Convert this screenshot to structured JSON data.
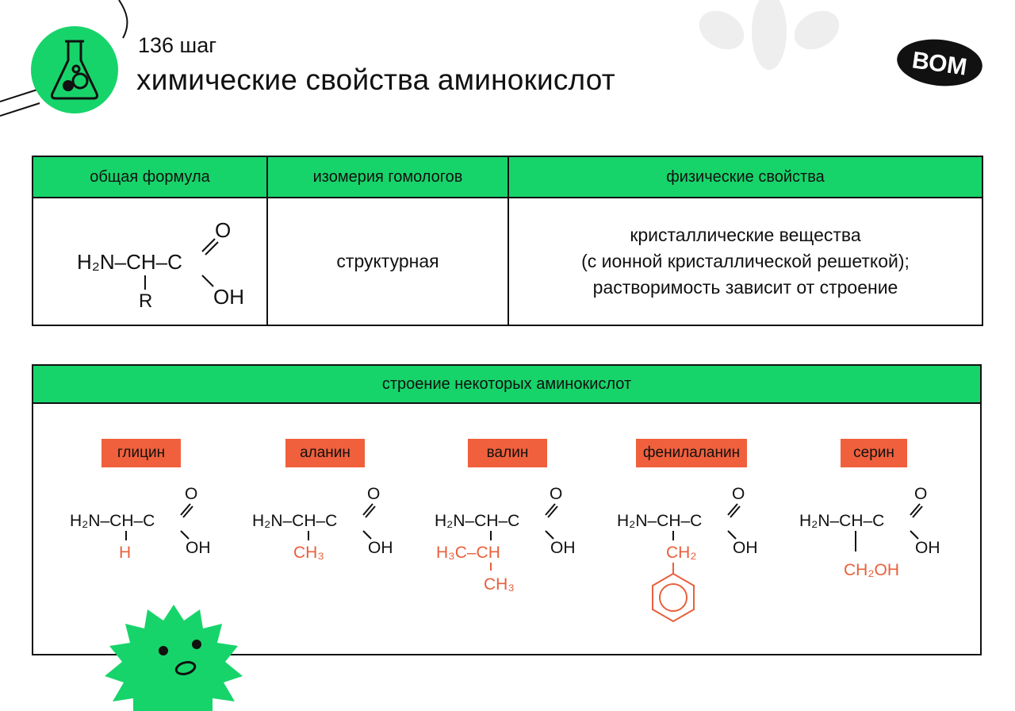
{
  "header": {
    "step": "136 шаг",
    "title": "химические свойства аминокислот",
    "brand": "ВОМ"
  },
  "properties_table": {
    "columns": [
      "общая формула",
      "изомерия гомологов",
      "физические свойства"
    ],
    "general_formula": {
      "left": "H₂N–CH–C",
      "side_chain": "R",
      "carbonyl": "O",
      "hydroxyl": "OH"
    },
    "isomerism": "структурная",
    "physical": [
      "кристаллические вещества",
      "(с ионной кристаллической решеткой);",
      "растворимость зависит от строение"
    ]
  },
  "structures": {
    "heading": "строение некоторых аминокислот",
    "backbone": {
      "left": "H₂N–CH–C",
      "carbonyl": "O",
      "hydroxyl": "OH"
    },
    "acids": [
      {
        "name": "глицин",
        "side_chain": [
          "H"
        ]
      },
      {
        "name": "аланин",
        "side_chain": [
          "CH₃"
        ]
      },
      {
        "name": "валин",
        "side_chain": [
          "H₃C–CH",
          "CH₃"
        ]
      },
      {
        "name": "фенилаланин",
        "side_chain": [
          "CH₂",
          "benzene-ring"
        ]
      },
      {
        "name": "серин",
        "side_chain": [
          "CH₂OH"
        ]
      }
    ]
  },
  "colors": {
    "accent_green": "#17d46a",
    "side_chain": "#e8603c",
    "tag_bg": "#f0603c"
  }
}
